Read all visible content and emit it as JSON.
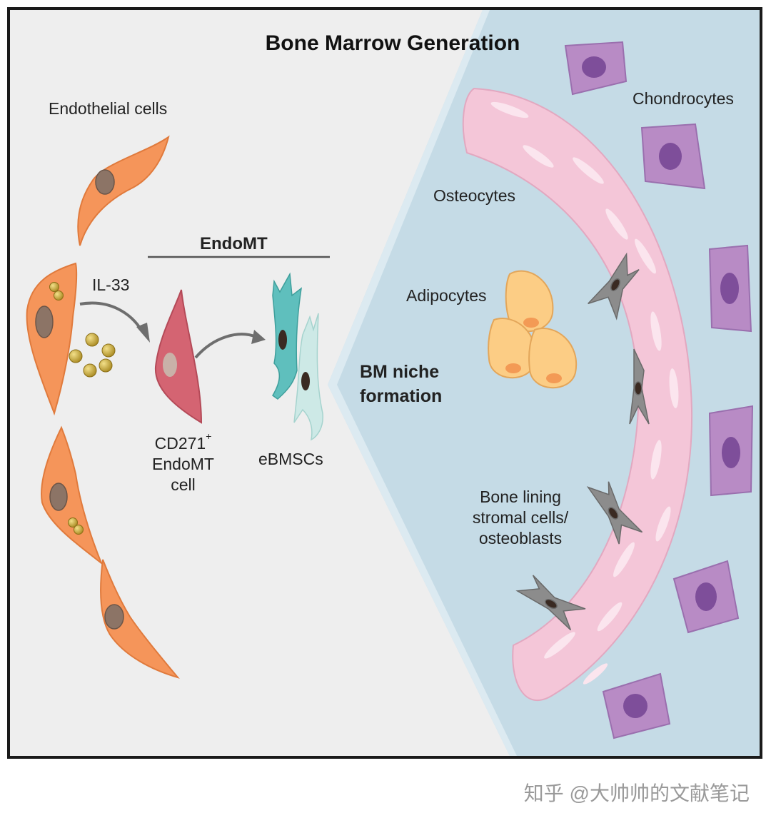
{
  "title": "Bone Marrow Generation",
  "labels": {
    "endothelial": "Endothelial cells",
    "il33": "IL-33",
    "endomt": "EndoMT",
    "cd271": "CD271",
    "cd271_sup": "+",
    "endomt_cell_line2": "EndoMT",
    "endomt_cell_line3": "cell",
    "ebmscs": "eBMSCs",
    "bm_niche_line1": "BM niche",
    "bm_niche_line2": "formation",
    "osteocytes": "Osteocytes",
    "adipocytes": "Adipocytes",
    "chondrocytes": "Chondrocytes",
    "bone_lining_line1": "Bone lining",
    "bone_lining_line2": "stromal cells/",
    "bone_lining_line3": "osteoblasts"
  },
  "watermark": "知乎 @大帅帅的文献笔记",
  "colors": {
    "background_left": "#eeeeee",
    "niche_blue": "#c5dbe6",
    "endothelial_orange": "#f5955a",
    "endomt_red": "#d46472",
    "ebmsc_teal": "#5fbfbd",
    "ebmsc_light": "#cde9e6",
    "bone_pink": "#f4c6d8",
    "adipocyte_yellow": "#fccd85",
    "chondrocyte_purple": "#b88bc5",
    "stromal_grey": "#8c8c8c",
    "il33_gold": "#c9a83a"
  }
}
